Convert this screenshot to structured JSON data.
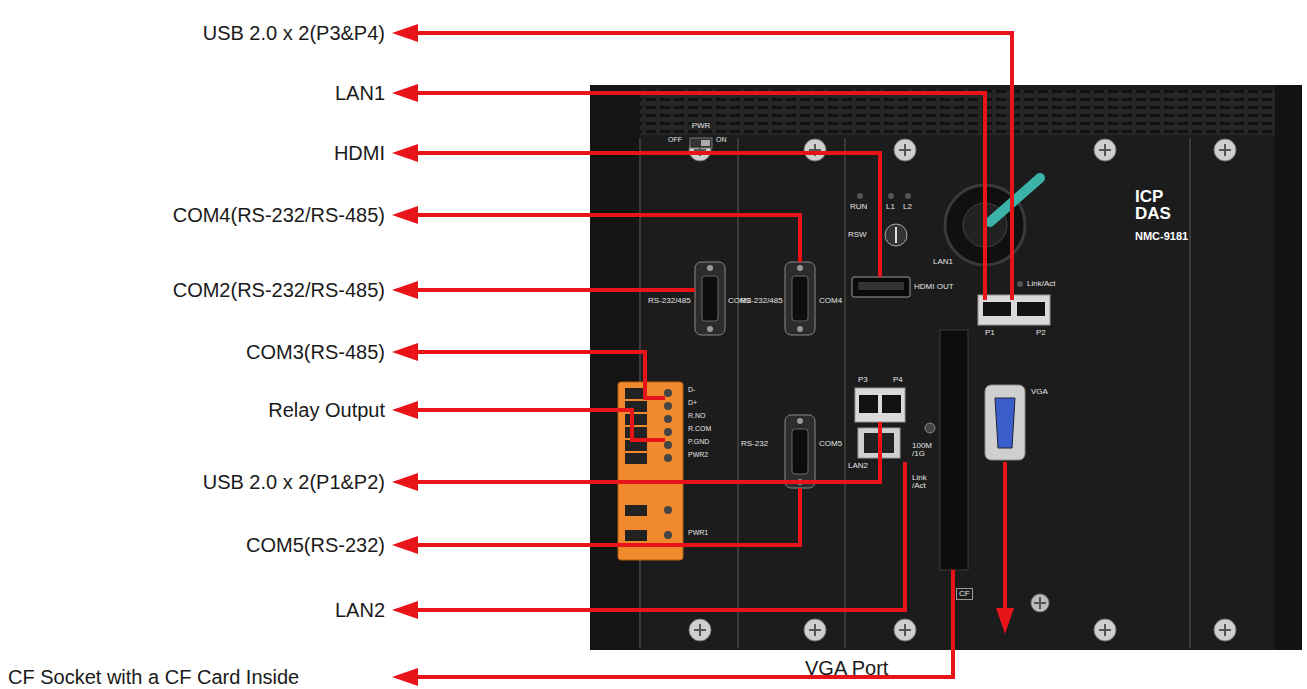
{
  "diagram": {
    "labels": [
      "USB 2.0 x 2(P3&P4)",
      "LAN1",
      "HDMI",
      "COM4(RS-232/RS-485)",
      "COM2(RS-232/RS-485)",
      "COM3(RS-485)",
      "Relay Output",
      "USB 2.0 x 2(P1&P2)",
      "COM5(RS-232)",
      "LAN2",
      "CF Socket with a CF Card Inside",
      "VGA Port",
      "PWR",
      "OFF",
      "ON",
      "RS-232/485",
      "COM2",
      "RS-232/485",
      "COM4",
      "RUN",
      "L1",
      "L2",
      "RSW",
      "HDMI OUT",
      "LAN1",
      "Link/Act",
      "P1",
      "P2",
      "P3",
      "P4",
      "VGA",
      "RS-232",
      "COM5",
      "100M /1G",
      "Link /Act",
      "LAN2",
      "CF",
      "ICP DAS",
      "NMC-9181",
      "D-",
      "D+",
      "R.NO",
      "R.COM",
      "P.GND",
      "PWR2",
      "PWR1"
    ]
  }
}
